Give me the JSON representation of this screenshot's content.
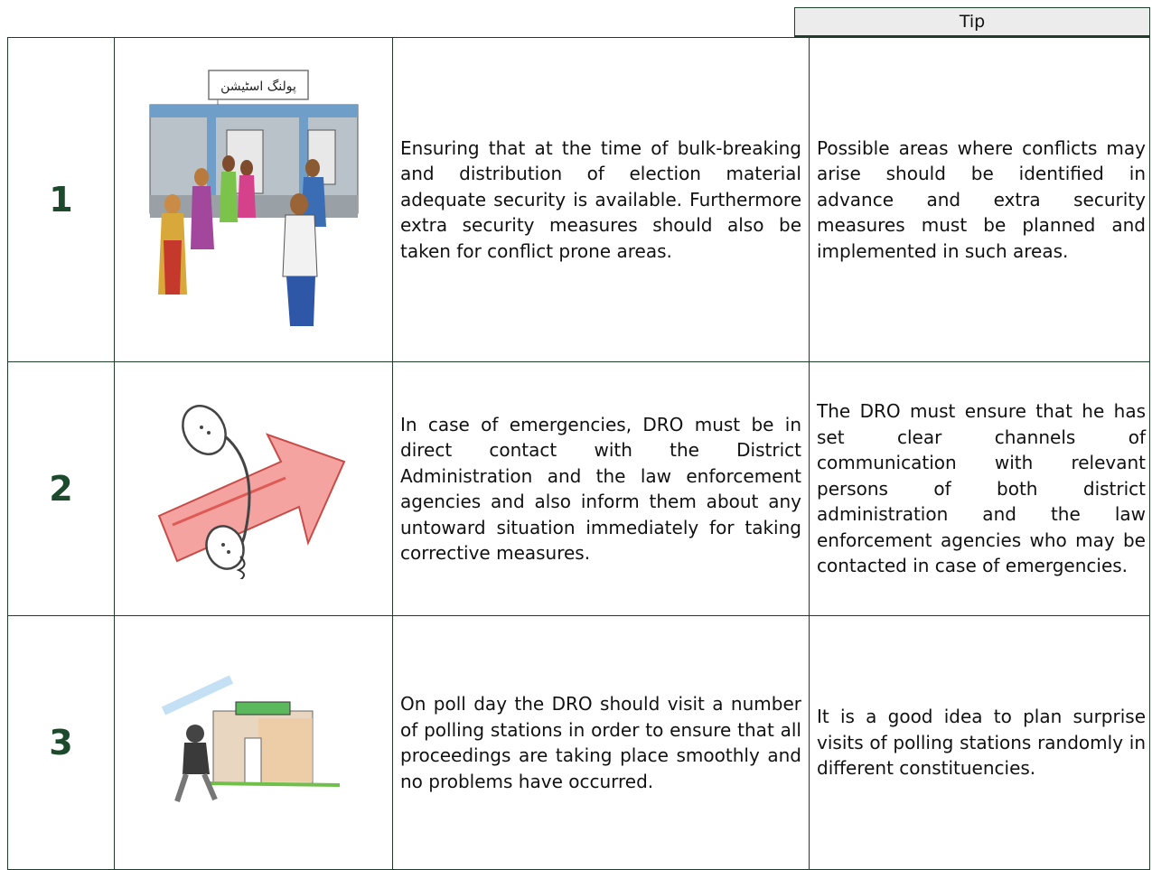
{
  "header": {
    "tip_label": "Tip"
  },
  "rows": [
    {
      "number": "1",
      "illustration": "polling-station-crowd-illustration",
      "sign_text": "پولنگ اسٹیشن",
      "description": "Ensuring that at the time of bulk-breaking and distribution of election material adequate security is available. Furthermore extra security measures should also be taken for conflict prone areas.",
      "tip": "Possible areas where conflicts may arise should be identified in advance and extra security measures must be planned and implemented in such areas."
    },
    {
      "number": "2",
      "illustration": "telephone-arrow-illustration",
      "description": "In case of emergencies, DRO must be in direct contact with the District Administration and the law enforcement agencies and also inform them about any untoward situation immediately for taking corrective measures.",
      "tip": "The DRO must ensure that he has set clear channels of communication with relevant persons of both district administration and the law enforcement agencies who may be contacted in case of emergencies."
    },
    {
      "number": "3",
      "illustration": "person-visiting-polling-station-illustration",
      "description": "On poll day the DRO should visit a number of polling stations in order to ensure that all proceedings are taking place smoothly and no problems have occurred.",
      "tip": "It is a good idea to plan surprise visits of polling stations randomly in different constituencies."
    }
  ]
}
